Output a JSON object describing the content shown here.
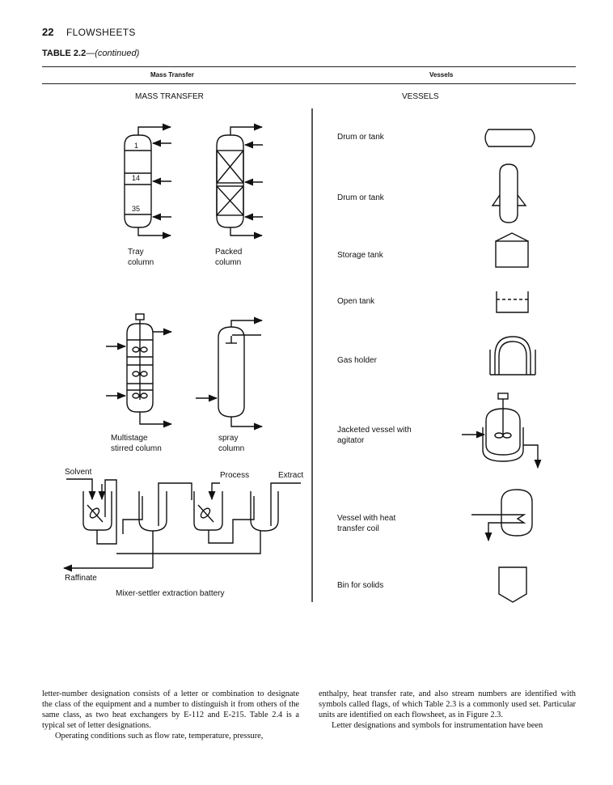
{
  "header": {
    "page_number": "22",
    "section": "FLOWSHEETS"
  },
  "table": {
    "title_bold": "TABLE 2.2",
    "title_italic": "—(continued)",
    "col_left": "Mass Transfer",
    "col_right": "Vessels"
  },
  "mass_transfer": {
    "heading": "MASS TRANSFER",
    "tray_numbers": [
      "1",
      "14",
      "35"
    ],
    "tray_column": [
      "Tray",
      "column"
    ],
    "packed_column": [
      "Packed",
      "column"
    ],
    "multistage_column": [
      "Multistage",
      "stirred column"
    ],
    "spray_column": [
      "spray",
      "column"
    ],
    "battery": {
      "solvent": "Solvent",
      "process": "Process",
      "extract": "Extract",
      "raffinate": "Raffinate",
      "caption": "Mixer-settler extraction battery"
    }
  },
  "vessels": {
    "heading": "VESSELS",
    "items": [
      {
        "label": [
          "Drum or tank"
        ],
        "icon": "horizontal-drum-icon"
      },
      {
        "label": [
          "Drum or tank"
        ],
        "icon": "vertical-drum-icon"
      },
      {
        "label": [
          "Storage tank"
        ],
        "icon": "storage-tank-icon"
      },
      {
        "label": [
          "Open tank"
        ],
        "icon": "open-tank-icon"
      },
      {
        "label": [
          "Gas holder"
        ],
        "icon": "gas-holder-icon"
      },
      {
        "label": [
          "Jacketed vessel with",
          "agitator"
        ],
        "icon": "jacketed-vessel-icon"
      },
      {
        "label": [
          "Vessel with heat",
          "transfer coil"
        ],
        "icon": "coil-vessel-icon"
      },
      {
        "label": [
          "Bin for solids"
        ],
        "icon": "solids-bin-icon"
      }
    ]
  },
  "body": {
    "left_p1": "letter-number designation consists of a letter or combination to designate the class of the equipment and a number to distinguish it from others of the same class, as two heat exchangers by E-112 and E-215. Table 2.4 is a typical set of letter designations.",
    "left_p2": "Operating conditions such as flow rate, temperature, pressure,",
    "right_p1": "enthalpy, heat transfer rate, and also stream numbers are identified with symbols called flags, of which Table 2.3 is a commonly used set. Particular units are identified on each flowsheet, as in Figure 2.3.",
    "right_p2": "Letter designations and symbols for instrumentation have been"
  }
}
